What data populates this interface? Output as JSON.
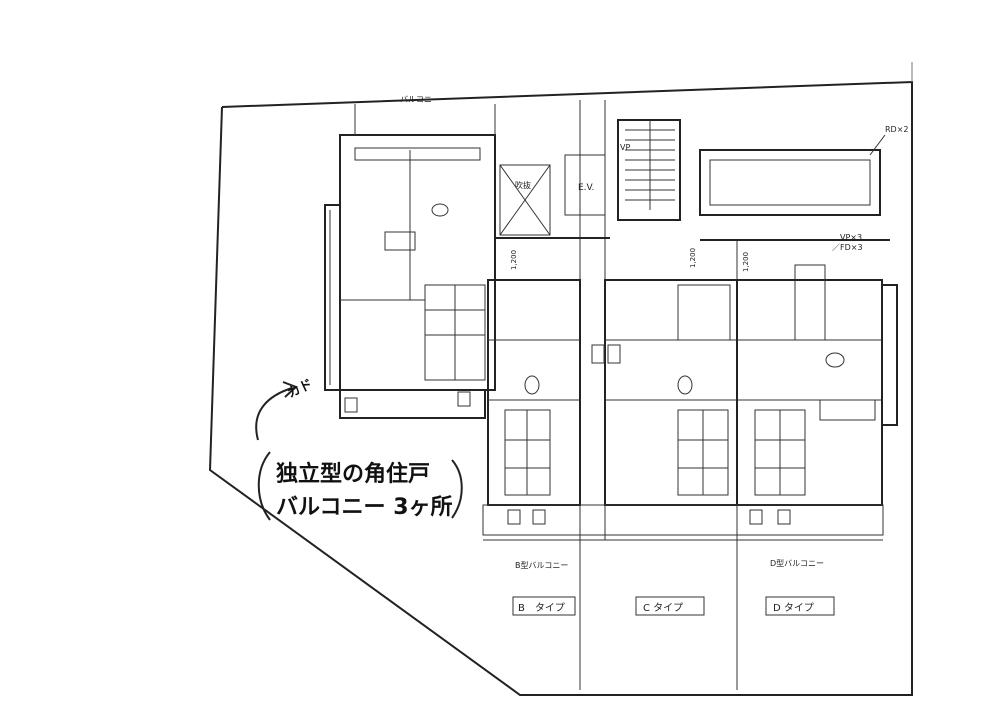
{
  "labels": {
    "balcony_top": "バルコニー",
    "void": "吹抜",
    "ev": "E.V.",
    "vp": "VP",
    "rd": "RD×2",
    "vp3": "VP×3",
    "fd3": "／FD×3",
    "dim_left": "1,200",
    "dim_mid": "1,200",
    "dim_right": "1,200",
    "balcony_b": "B型バルコニー",
    "balcony_d": "D型バルコニー",
    "type_b": "B　タイプ",
    "type_c": "C タイプ",
    "type_d": "D タイプ",
    "hand_arrow": "カド",
    "hand_line1": "独立型の角住戸",
    "hand_line2": "バルコニー 3ヶ所"
  }
}
